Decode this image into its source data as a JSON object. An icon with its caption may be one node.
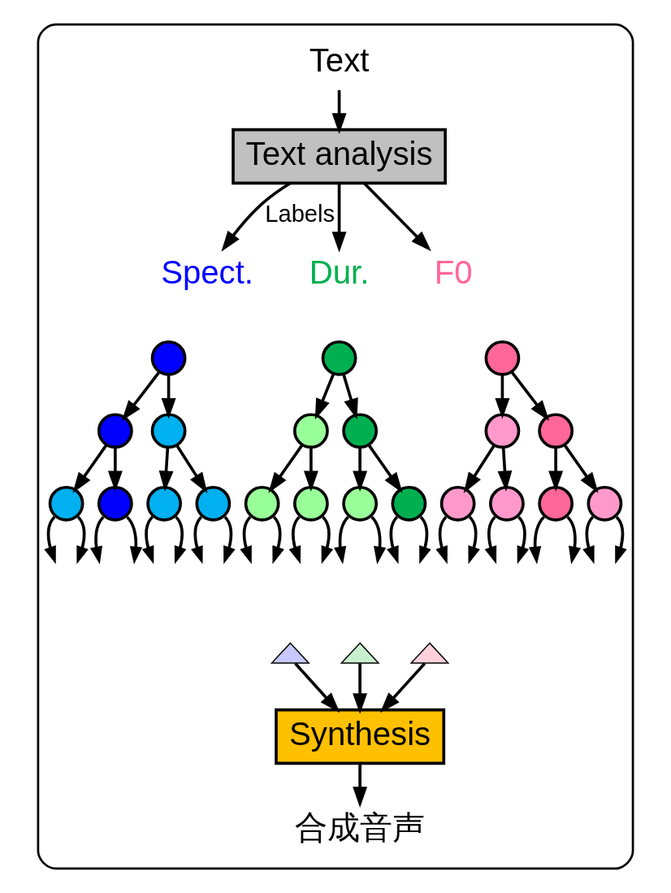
{
  "diagram": {
    "nodes": [
      {
        "text": [],
        "shape": "box"
      },
      {
        "text": [
          "Text"
        ],
        "in": 0
      },
      {
        "text": [
          "Text analysis"
        ],
        "in": 0
      },
      {
        "text": [
          "Spect."
        ],
        "in": 0
      },
      {
        "text": [
          "Dur."
        ],
        "in": 0
      },
      {
        "text": [
          "F0"
        ],
        "in": 0
      },
      {
        "text": [],
        "shape": "circle",
        "in": 0
      },
      {
        "text": [],
        "shape": "circle",
        "in": 0
      },
      {
        "text": [],
        "shape": "circle",
        "in": 0
      },
      {
        "text": [],
        "shape": "circle",
        "in": 0
      },
      {
        "text": [],
        "shape": "circle",
        "in": 0
      },
      {
        "text": [],
        "shape": "circle",
        "in": 0
      },
      {
        "text": [],
        "shape": "circle",
        "in": 0
      },
      {
        "text": [],
        "shape": "circle",
        "in": 0
      },
      {
        "text": [],
        "shape": "circle",
        "in": 0
      },
      {
        "text": [],
        "shape": "circle",
        "in": 0
      },
      {
        "text": [],
        "shape": "circle",
        "in": 0
      },
      {
        "text": [],
        "shape": "circle",
        "in": 0
      },
      {
        "text": [],
        "shape": "circle",
        "in": 0
      },
      {
        "text": [],
        "shape": "circle",
        "in": 0
      },
      {
        "text": [],
        "shape": "circle",
        "in": 0
      },
      {
        "text": [],
        "shape": "circle",
        "in": 0
      },
      {
        "text": [],
        "shape": "circle",
        "in": 0
      },
      {
        "text": [],
        "shape": "circle",
        "in": 0
      },
      {
        "text": [],
        "shape": "circle",
        "in": 0
      },
      {
        "text": [],
        "shape": "circle",
        "in": 0
      },
      {
        "text": [],
        "shape": "circle",
        "in": 0
      },
      {
        "text": [],
        "shape": "curve",
        "in": 0
      },
      {
        "text": [],
        "shape": "curve",
        "in": 0
      },
      {
        "text": [],
        "shape": "curve",
        "in": 0
      },
      {
        "text": [
          "Synthesis"
        ],
        "in": 0
      },
      {
        "text": [
          "合成音声"
        ],
        "in": 0
      }
    ],
    "edges": [
      {
        "from": 1,
        "to": 2,
        "arrow": "to"
      },
      {
        "from": 2,
        "to": 3,
        "arrow": "to",
        "label": "Labels"
      },
      {
        "from": 2,
        "to": 4,
        "arrow": "to"
      },
      {
        "from": 2,
        "to": 5,
        "arrow": "to"
      },
      {
        "from": 6,
        "to": 9,
        "arrow": "to"
      },
      {
        "from": 6,
        "to": 10,
        "arrow": "to"
      },
      {
        "from": 9,
        "to": 15,
        "arrow": "to"
      },
      {
        "from": 9,
        "to": 16,
        "arrow": "to"
      },
      {
        "from": 10,
        "to": 17,
        "arrow": "to"
      },
      {
        "from": 10,
        "to": 18,
        "arrow": "to"
      },
      {
        "from": 7,
        "to": 11,
        "arrow": "to"
      },
      {
        "from": 7,
        "to": 12,
        "arrow": "to"
      },
      {
        "from": 11,
        "to": 19,
        "arrow": "to"
      },
      {
        "from": 11,
        "to": 20,
        "arrow": "to"
      },
      {
        "from": 12,
        "to": 21,
        "arrow": "to"
      },
      {
        "from": 12,
        "to": 22,
        "arrow": "to"
      },
      {
        "from": 8,
        "to": 13,
        "arrow": "to"
      },
      {
        "from": 8,
        "to": 14,
        "arrow": "to"
      },
      {
        "from": 13,
        "to": 23,
        "arrow": "to"
      },
      {
        "from": 13,
        "to": 24,
        "arrow": "to"
      },
      {
        "from": 14,
        "to": 25,
        "arrow": "to"
      },
      {
        "from": 14,
        "to": 26,
        "arrow": "to"
      },
      {
        "from": 15,
        "to": null,
        "arrow": "to"
      },
      {
        "from": 15,
        "to": null,
        "arrow": "to"
      },
      {
        "from": 16,
        "to": null,
        "arrow": "to"
      },
      {
        "from": 16,
        "to": null,
        "arrow": "to"
      },
      {
        "from": 17,
        "to": null,
        "arrow": "to"
      },
      {
        "from": 17,
        "to": null,
        "arrow": "to"
      },
      {
        "from": 18,
        "to": null,
        "arrow": "to"
      },
      {
        "from": 18,
        "to": null,
        "arrow": "to"
      },
      {
        "from": 19,
        "to": null,
        "arrow": "to"
      },
      {
        "from": 19,
        "to": null,
        "arrow": "to"
      },
      {
        "from": 20,
        "to": null,
        "arrow": "to"
      },
      {
        "from": 20,
        "to": null,
        "arrow": "to"
      },
      {
        "from": 21,
        "to": null,
        "arrow": "to"
      },
      {
        "from": 21,
        "to": null,
        "arrow": "to"
      },
      {
        "from": 22,
        "to": null,
        "arrow": "to"
      },
      {
        "from": 22,
        "to": null,
        "arrow": "to"
      },
      {
        "from": 23,
        "to": null,
        "arrow": "to"
      },
      {
        "from": 23,
        "to": null,
        "arrow": "to"
      },
      {
        "from": 24,
        "to": null,
        "arrow": "to"
      },
      {
        "from": 24,
        "to": null,
        "arrow": "to"
      },
      {
        "from": 25,
        "to": null,
        "arrow": "to"
      },
      {
        "from": 25,
        "to": null,
        "arrow": "to"
      },
      {
        "from": 26,
        "to": null,
        "arrow": "to"
      },
      {
        "from": 26,
        "to": null,
        "arrow": "to"
      },
      {
        "from": 27,
        "to": 30,
        "arrow": "to"
      },
      {
        "from": 28,
        "to": 30,
        "arrow": "to"
      },
      {
        "from": 29,
        "to": 30,
        "arrow": "to"
      },
      {
        "from": 30,
        "to": 31,
        "arrow": "to"
      }
    ]
  }
}
